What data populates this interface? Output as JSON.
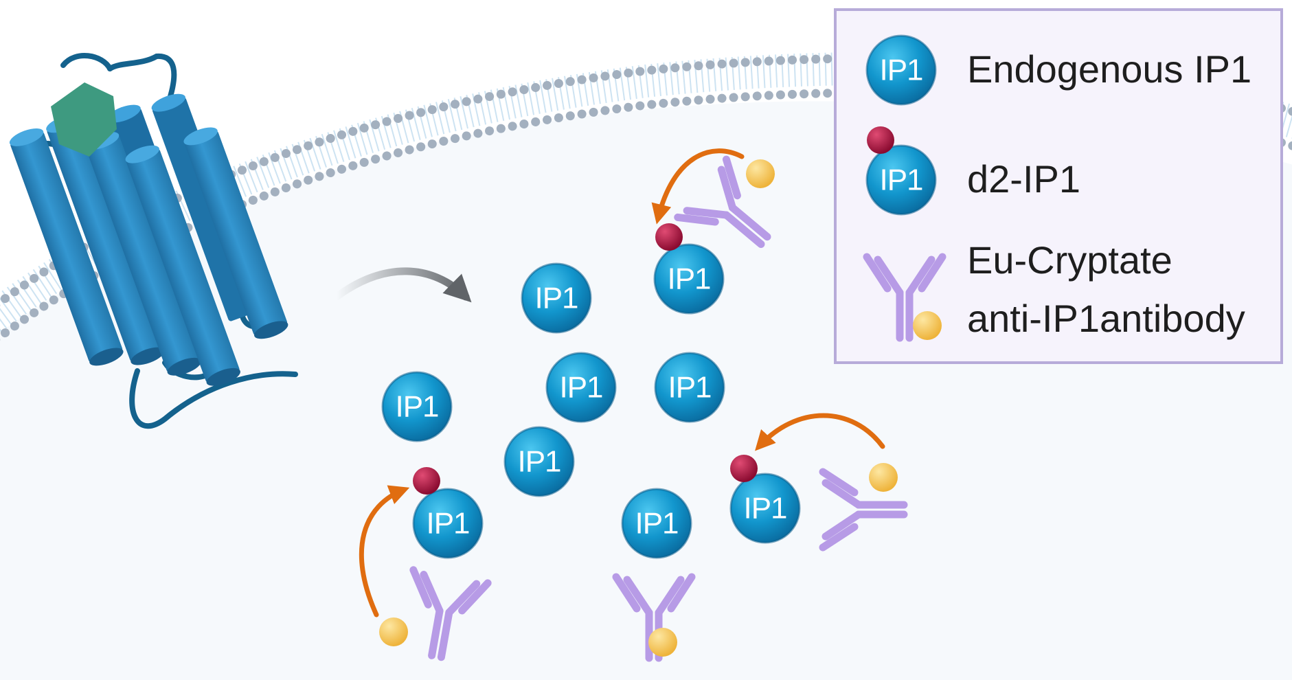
{
  "molecule_label": "IP1",
  "legend": {
    "endogenous": "Endogenous IP1",
    "d2": "d2-IP1",
    "antibody_line1": "Eu-Cryptate",
    "antibody_line2": "anti-IP1antibody"
  },
  "colors": {
    "ip1": "#1296cd",
    "d2_dye": "#b0123f",
    "eu_cryptate": "#f4c24a",
    "antibody": "#b79be6",
    "receptor": "#2b86c0",
    "ligand": "#3e9a80",
    "fret_arrow": "#e06d10",
    "process_arrow": "#606468",
    "membrane": "#a3b0bf"
  },
  "icons": [
    "gpcr-receptor-icon",
    "ligand-hexagon-icon",
    "ip1-molecule-icon",
    "d2-dye-icon",
    "antibody-icon",
    "eu-cryptate-icon"
  ]
}
